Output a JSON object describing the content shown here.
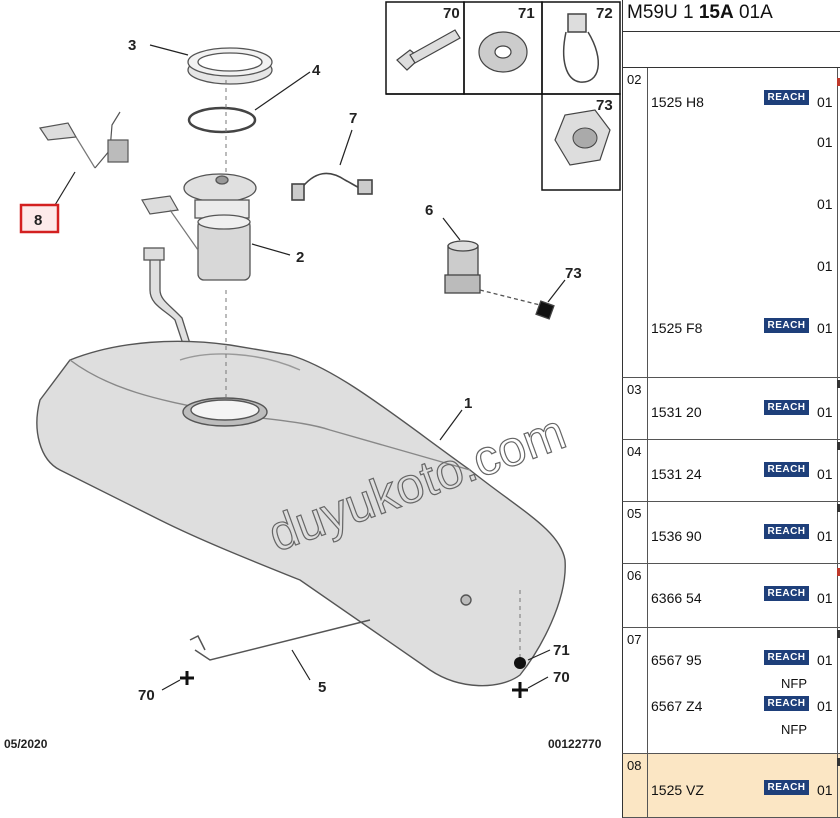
{
  "header": {
    "model": "M59U 1",
    "model_bold": "15A",
    "model_suffix": "01A"
  },
  "diagram": {
    "watermark": "duyukoto.com",
    "callouts": {
      "c1": "1",
      "c2": "2",
      "c3": "3",
      "c4": "4",
      "c5": "5",
      "c6": "6",
      "c7": "7",
      "c8": "8",
      "c70a": "70",
      "c70b": "70",
      "c71": "71",
      "c73": "73",
      "box70": "70",
      "box71": "71",
      "box72": "72",
      "box73": "73"
    },
    "date": "05/2020",
    "ref": "00122770"
  },
  "table": {
    "reach_label": "REACH",
    "rows": [
      {
        "num": "02",
        "parts": [
          {
            "pn": "1525 H8",
            "reach": true,
            "qty": "01"
          },
          {
            "pn": "",
            "reach": false,
            "qty": "01"
          },
          {
            "pn": "",
            "reach": false,
            "qty": "01"
          },
          {
            "pn": "",
            "reach": false,
            "qty": "01"
          },
          {
            "pn": "1525 F8",
            "reach": true,
            "qty": "01"
          }
        ]
      },
      {
        "num": "03",
        "pn": "1531 20",
        "qty": "01"
      },
      {
        "num": "04",
        "pn": "1531 24",
        "qty": "01"
      },
      {
        "num": "05",
        "pn": "1536 90",
        "qty": "01"
      },
      {
        "num": "06",
        "pn": "6366 54",
        "qty": "01"
      },
      {
        "num": "07",
        "pn1": "6567 95",
        "qty1": "01",
        "nfp1": "NFP",
        "pn2": "6567 Z4",
        "qty2": "01",
        "nfp2": "NFP"
      },
      {
        "num": "08",
        "pn": "1525 VZ",
        "qty": "01"
      }
    ]
  }
}
